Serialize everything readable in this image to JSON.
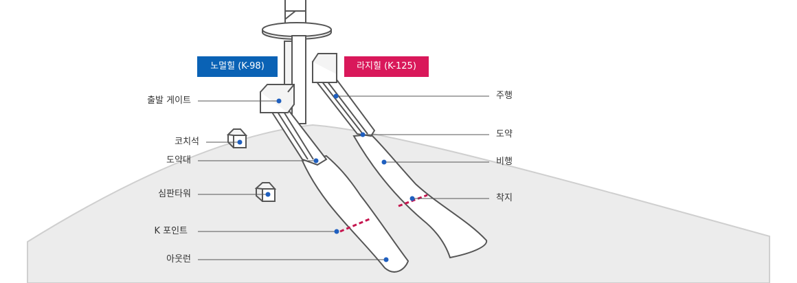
{
  "colors": {
    "normal_hill": "#0a62b5",
    "large_hill": "#d9185a",
    "point": "#1f5fbf",
    "k_line": "#c6164f",
    "outline": "#555555",
    "hill_fill": "#ececec"
  },
  "badges": {
    "normal_hill": "노멀힐 (K-98)",
    "large_hill": "라지힐 (K-125)"
  },
  "labels_left": {
    "start_gate": "출발 게이트",
    "coach_seat": "코치석",
    "takeoff_platform": "도약대",
    "judge_tower": "심판타워",
    "k_point": "K 포인트",
    "outrun": "아웃런"
  },
  "labels_right": {
    "inrun": "주행",
    "takeoff": "도약",
    "flight": "비행",
    "landing": "착지"
  }
}
